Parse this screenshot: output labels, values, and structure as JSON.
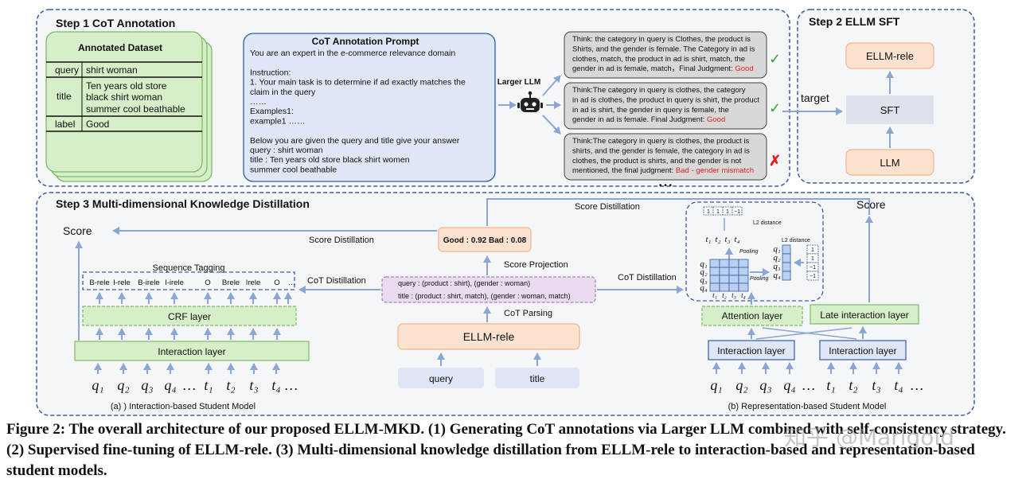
{
  "step1": {
    "title": "Step 1 CoT Annotation",
    "dataset": {
      "title": "Annotated Dataset",
      "rows": [
        {
          "key": "query",
          "lines": [
            "shirt woman"
          ]
        },
        {
          "key": "title",
          "lines": [
            "Ten years old store",
            "black shirt woman",
            "summer cool beathable"
          ]
        },
        {
          "key": "label",
          "lines": [
            "Good"
          ]
        }
      ]
    },
    "prompt": {
      "title": "CoT Annotation Prompt",
      "lines": [
        "You are an expert in the e-commerce relevance  domain",
        "",
        "Instruction:",
        "1. Your main task is to determine if ad exactly matches the",
        "claim in the query",
        "……",
        "Examples1:",
        "example1 ……",
        "",
        "Below you are given the query and title  give your answer",
        "query  :  shirt woman",
        "title  :  Ten years old store black shirt women",
        "            summer cool beathable"
      ]
    },
    "llm_label": "Larger LLM",
    "thinks": [
      {
        "lines": [
          "Think: the category in query is Clothes, the product is",
          "Shirts, and the gender is female. The Category in ad is",
          "clothes, match,  the product in ad is shirt, match, the",
          "gender in ad is female, match，Final Judgment: "
        ],
        "judgment": "Good",
        "mark": "✓"
      },
      {
        "lines": [
          "Think:The category in query is clothes, the category",
          "in ad is clothes, the product in query is shirt, the product",
          "in ad is shirt, the gender in query is female, the",
          "gender in ad is female. Final Judgment: "
        ],
        "judgment": "Good",
        "mark": "✓"
      },
      {
        "lines": [
          "Think:The category in query is clothes, the product is",
          "shirts, and the gender is female, the category in ad is",
          "clothes, the product is shirts, and the gender is not",
          "mentioned, the final judgment: "
        ],
        "judgment": "Bad - gender mismatch",
        "mark": "✗"
      }
    ],
    "ellipsis": "• • •"
  },
  "step2": {
    "title": "Step 2 ELLM SFT",
    "target_label": "target",
    "boxes": [
      "ELLM-rele",
      "SFT",
      "LLM"
    ]
  },
  "step3": {
    "title": "Step 3 Multi-dimensional Knowledge Distillation",
    "center": {
      "score_box": "Good : 0.92  Bad : 0.08",
      "score_projection": "Score Projection",
      "cot_line1": "query :  (product : shirt), (gender : woman)",
      "cot_line2": "title : (product : shirt, match), (gender : woman, match)",
      "cot_parsing": "CoT Parsing",
      "ellm": "ELLM-rele",
      "query": "query",
      "title": "title"
    },
    "left": {
      "score": "Score",
      "score_distillation": "Score Distillation",
      "cot_distillation": "CoT Distillation",
      "sequence_tagging": "Sequence Tagging",
      "tags": [
        "B-rele",
        "I-rele",
        "B-irele",
        "I-irele",
        "O",
        "Brele",
        "Irele",
        "O"
      ],
      "tag_ellipsis": "…",
      "crf": "CRF layer",
      "interaction": "Interaction layer",
      "tokens": [
        "q₁",
        "q₂",
        "q₃",
        "q₄",
        "…",
        "t₁",
        "t₂",
        "t₃",
        "t₄",
        "…"
      ],
      "subcaption": "(a) ) Interaction-based Student Model"
    },
    "right": {
      "score": "Score",
      "score_distillation": "Score Distillation",
      "cot_distillation": "CoT Distillation",
      "l2_distance": "L2 distance",
      "pooling": "Pooling",
      "top_vec": [
        "1",
        "1",
        "1",
        "−1"
      ],
      "right_vec": [
        "1",
        "1",
        "−1",
        "−1"
      ],
      "t_labels": [
        "t₁",
        "t₂",
        "t₃",
        "t₄"
      ],
      "q_labels": [
        "q₁",
        "q₂",
        "q₃",
        "q₄"
      ],
      "attention": "Attention layer",
      "late_interaction": "Late interaction layer",
      "interaction": "Interaction layer",
      "tokens": [
        "q₁",
        "q₂",
        "q₃",
        "q₄",
        "…",
        "t₁",
        "t₂",
        "t₃",
        "t₄",
        "…"
      ],
      "subcaption": "(b) Representation-based Student Model"
    }
  },
  "caption": "Figure 2: The overall architecture of our proposed ELLM-MKD. (1) Generating CoT annotations via Larger LLM combined with self-consistency strategy. (2) Supervised fine-tuning of ELLM-rele. (3) Multi-dimensional knowledge distillation from ELLM-rele to interaction-based and representation-based student models.",
  "watermark": "知乎 @Marigold",
  "colors": {
    "blue_edge": "#3a5aa8",
    "arrow": "#8aa6d6",
    "green_fill": "#d6efc8",
    "green_edge": "#7fb86a",
    "orange_fill": "#fde3cf",
    "orange_edge": "#f2b58a",
    "purple_fill": "#eadcf0",
    "purple_edge": "#a77fb8",
    "red": "#e02020",
    "check": "#3aa33a"
  }
}
